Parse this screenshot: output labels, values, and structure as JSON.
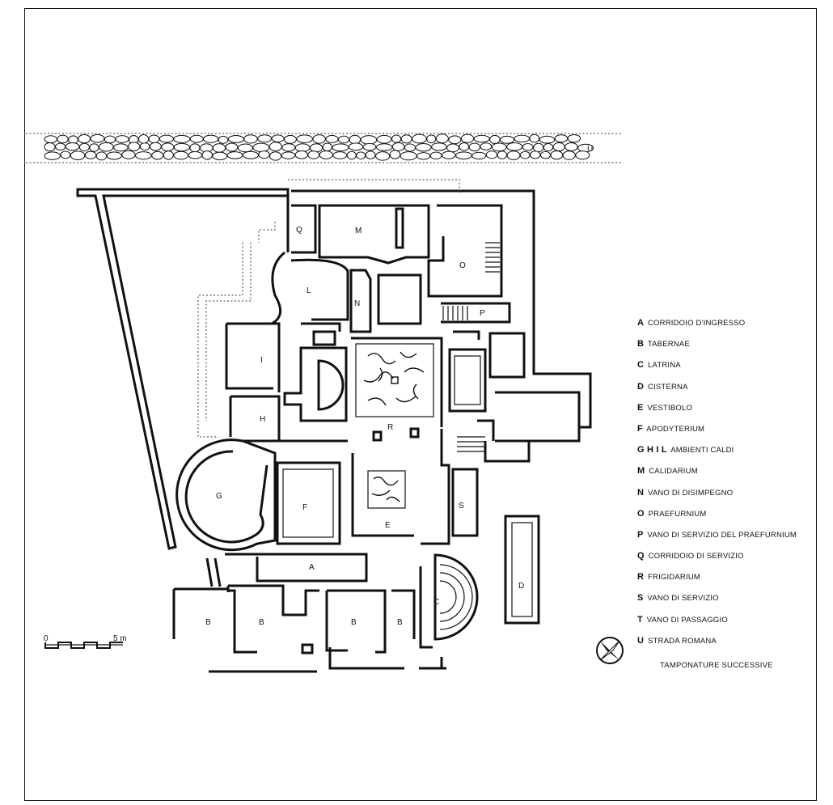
{
  "legend": [
    {
      "key": "A",
      "text": "CORRIDOIO D'INGRESSO"
    },
    {
      "key": "B",
      "text": "TABERNAE"
    },
    {
      "key": "C",
      "text": "LATRINA"
    },
    {
      "key": "D",
      "text": "CISTERNA"
    },
    {
      "key": "E",
      "text": "VESTIBOLO"
    },
    {
      "key": "F",
      "text": "APODYTERIUM"
    },
    {
      "key": "G H I L",
      "text": "AMBIENTI CALDI"
    },
    {
      "key": "M",
      "text": "CALIDARIUM"
    },
    {
      "key": "N",
      "text": "VANO DI DISIMPEGNO"
    },
    {
      "key": "O",
      "text": "PRAEFURNIUM"
    },
    {
      "key": "P",
      "text": "VANO DI SERVIZIO DEL PRAEFURNIUM"
    },
    {
      "key": "Q",
      "text": "CORRIDOIO DI SERVIZIO"
    },
    {
      "key": "R",
      "text": "FRIGIDARIUM"
    },
    {
      "key": "S",
      "text": "VANO DI SERVIZIO"
    },
    {
      "key": "T",
      "text": "VANO DI PASSAGGIO"
    },
    {
      "key": "U",
      "text": "STRADA ROMANA"
    }
  ],
  "tamponature": "TAMPONATURE SUCCESSIVE",
  "scale": {
    "start": "0",
    "end": "5 m"
  },
  "rooms": {
    "U": "U",
    "Q": "Q",
    "M": "M",
    "O": "O",
    "L": "L",
    "N": "N",
    "P": "P",
    "I": "I",
    "H": "H",
    "R": "R",
    "G": "G",
    "F": "F",
    "E": "E",
    "S": "S",
    "A": "A",
    "D": "D",
    "B": "B",
    "C": "C"
  },
  "colors": {
    "ink": "#111111",
    "paper": "#ffffff"
  }
}
